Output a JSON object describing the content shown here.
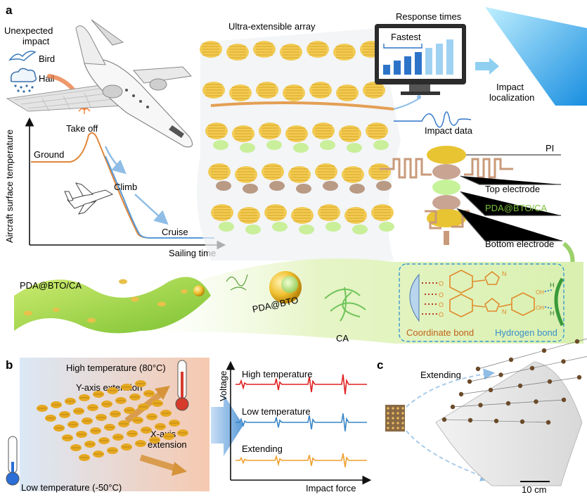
{
  "panel_a": {
    "letter": "a",
    "impact_title_line1": "Unexpected",
    "impact_title_line2": "impact",
    "bird_label": "Bird",
    "hail_label": "Hail",
    "array_title": "Ultra-extensible array",
    "response_title": "Response times",
    "fastest_label": "Fastest",
    "localization_line1": "Impact",
    "localization_line2": "localization",
    "impact_data_label": "Impact data",
    "temp_graph": {
      "ylabel": "Aircraft surface temperature",
      "xlabel": "Sailing time",
      "stages": [
        "Ground",
        "Take off",
        "Climb",
        "Cruise"
      ]
    },
    "layers": {
      "pi": "PI",
      "top": "Top electrode",
      "dielectric": "PDA@BTO/CA",
      "bottom": "Bottom electrode"
    },
    "composite": {
      "film": "PDA@BTO/CA",
      "particle": "PDA@BTO",
      "matrix": "CA",
      "coordinate": "Coordinate bond",
      "hydrogen": "Hydrogen bond",
      "coordinate_color": "#c0641c",
      "hydrogen_color": "#3a8fc9"
    }
  },
  "panel_b": {
    "letter": "b",
    "high_temp": "High temperature (80°C)",
    "low_temp": "Low temperature (-50°C)",
    "y_ext": "Y-axis extension",
    "x_ext_line1": "X-axis",
    "x_ext_line2": "extension",
    "signal_chart": {
      "ylabel": "Voltage",
      "xlabel": "Impact force",
      "traces": [
        {
          "label": "High temperature",
          "color": "#e02020"
        },
        {
          "label": "Low temperature",
          "color": "#3a86c8"
        },
        {
          "label": "Extending",
          "color": "#f0a030"
        }
      ]
    }
  },
  "panel_c": {
    "letter": "c",
    "extending": "Extending",
    "scale": "10 cm"
  }
}
